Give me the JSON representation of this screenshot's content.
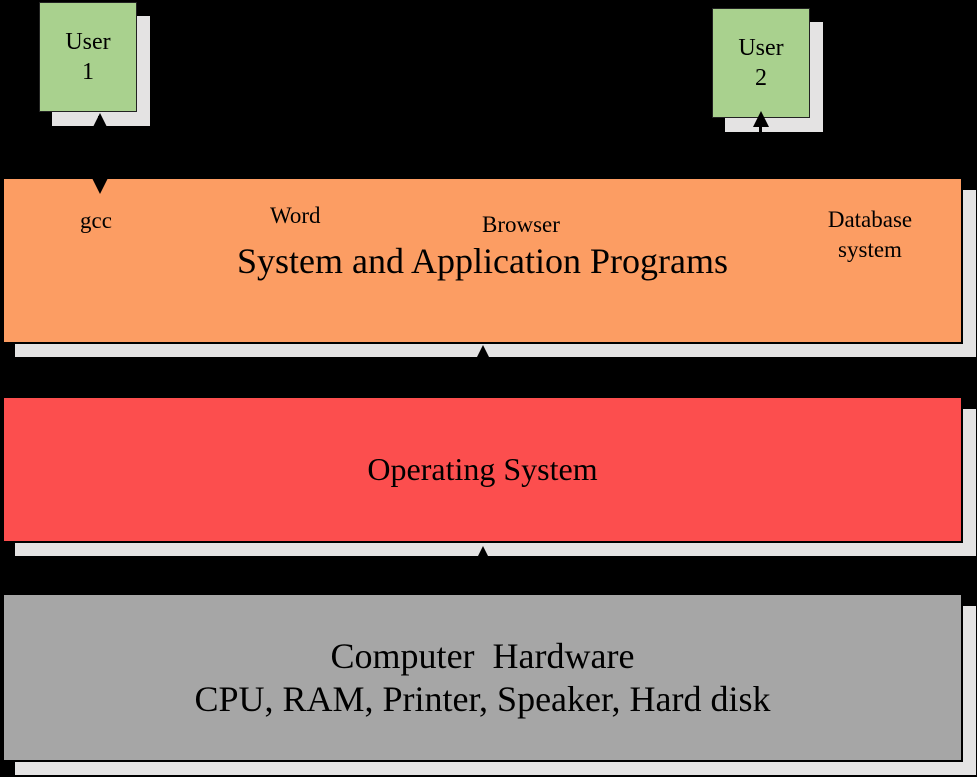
{
  "diagram": {
    "background_color": "#000000",
    "colors": {
      "user_box": "#A9D18E",
      "programs_layer": "#FC9D63",
      "os_layer": "#FC4E4E",
      "hardware_layer": "#A6A6A6",
      "shadow": "#E4E3E3",
      "border": "#000000",
      "text": "#000000"
    },
    "users": [
      {
        "name": "User",
        "number": "1"
      },
      {
        "name": "User",
        "number": "2"
      }
    ],
    "programs_layer": {
      "title": "System and Application Programs",
      "apps": [
        "gcc",
        "Word",
        "Browser",
        "Database system"
      ]
    },
    "os_layer": {
      "title": "Operating System"
    },
    "hardware_layer": {
      "title": "Computer  Hardware",
      "components": "CPU, RAM, Printer, Speaker, Hard disk"
    }
  }
}
